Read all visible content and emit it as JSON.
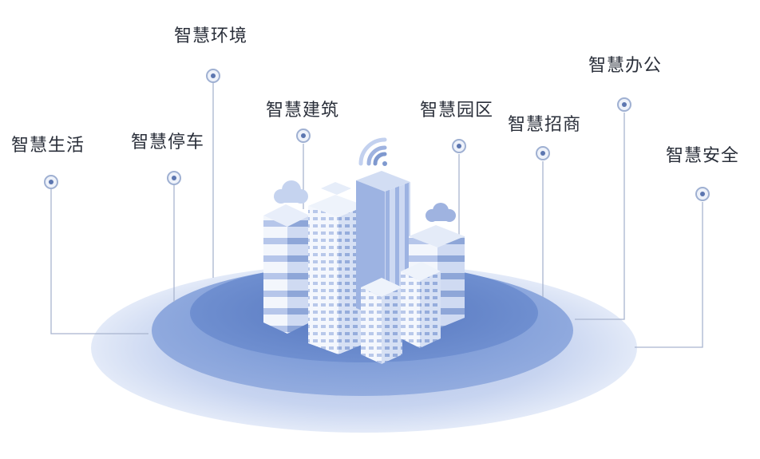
{
  "labels": {
    "life": "智慧生活",
    "parking": "智慧停车",
    "environment": "智慧环境",
    "building": "智慧建筑",
    "park": "智慧园区",
    "investment": "智慧招商",
    "office": "智慧办公",
    "security": "智慧安全"
  },
  "colors": {
    "outer_ring": "#c9d6f0",
    "middle_ring": "#8ea8dc",
    "inner_ring": "#6a8ccf",
    "connector": "#a9b5cf",
    "building_light": "#f4f7fd",
    "building_side": "#c6d3ee",
    "building_dark": "#7f99cf"
  }
}
